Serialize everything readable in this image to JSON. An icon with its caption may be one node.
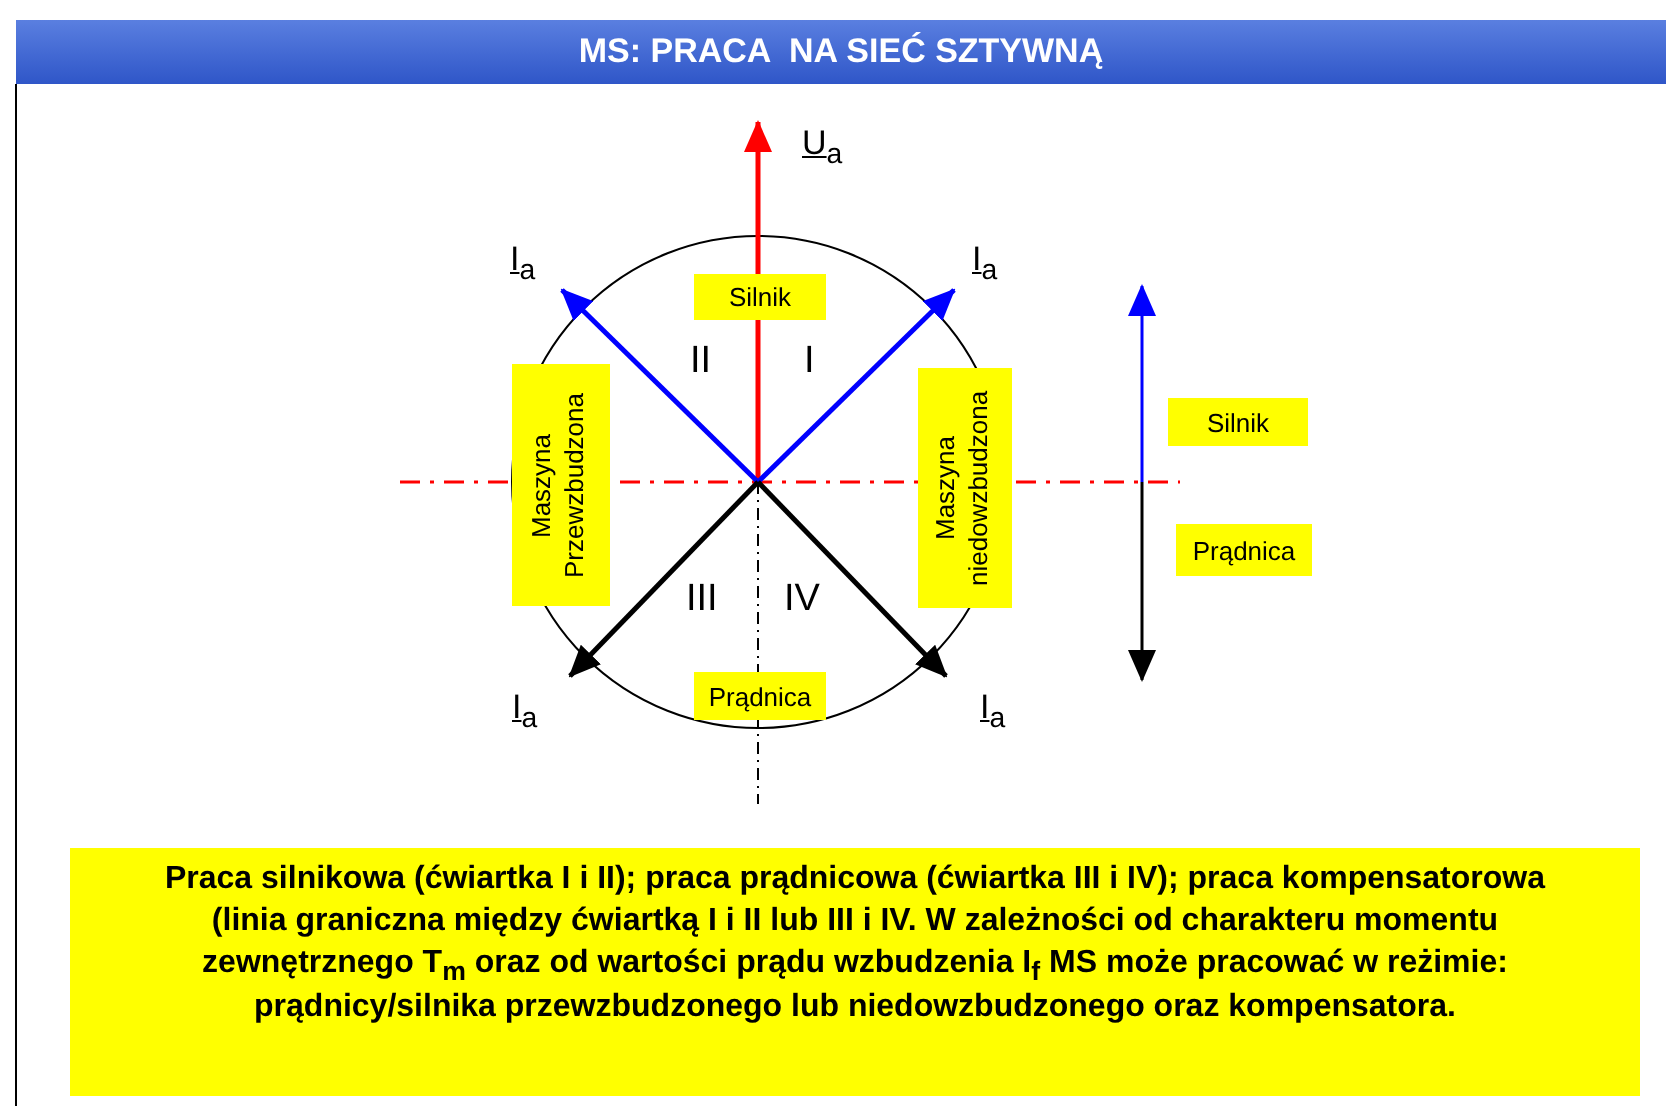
{
  "diagram": {
    "title": "MS: PRACA  NA SIEĆ SZTYWNĄ",
    "nodes": [
      {
        "text": [
          "Silnik"
        ]
      },
      {
        "text": [
          "Maszyna Przewzbudzona"
        ]
      },
      {
        "text": [
          "Maszyna niedowzbudzona"
        ]
      },
      {
        "text": [
          "Prądnica"
        ]
      },
      {
        "text": [
          "Silnik"
        ]
      },
      {
        "text": [
          "Prądnica"
        ]
      },
      {
        "text": [
          "Praca silnikowa (ćwiartka I i II); praca prądnicowa (ćwiartka III i IV); praca kompensatorowa (linia graniczna między ćwiartką I i II lub III i IV. W zależności od charakteru momentu zewnętrznego T$_{m}$ oraz od wartości prądu wzbudzenia I$_{f}$ MS może pracować w reżimie: prądnicy/silnika przewzbudzonego lub niedowzbudzonego oraz kompensatora."
        ]
      }
    ],
    "labels": [
      "U$_{a}$",
      "I$_{a}$",
      "I$_{a}$",
      "II",
      "I",
      "III",
      "IV",
      "I$_{a}$",
      "I$_{a}$"
    ]
  }
}
